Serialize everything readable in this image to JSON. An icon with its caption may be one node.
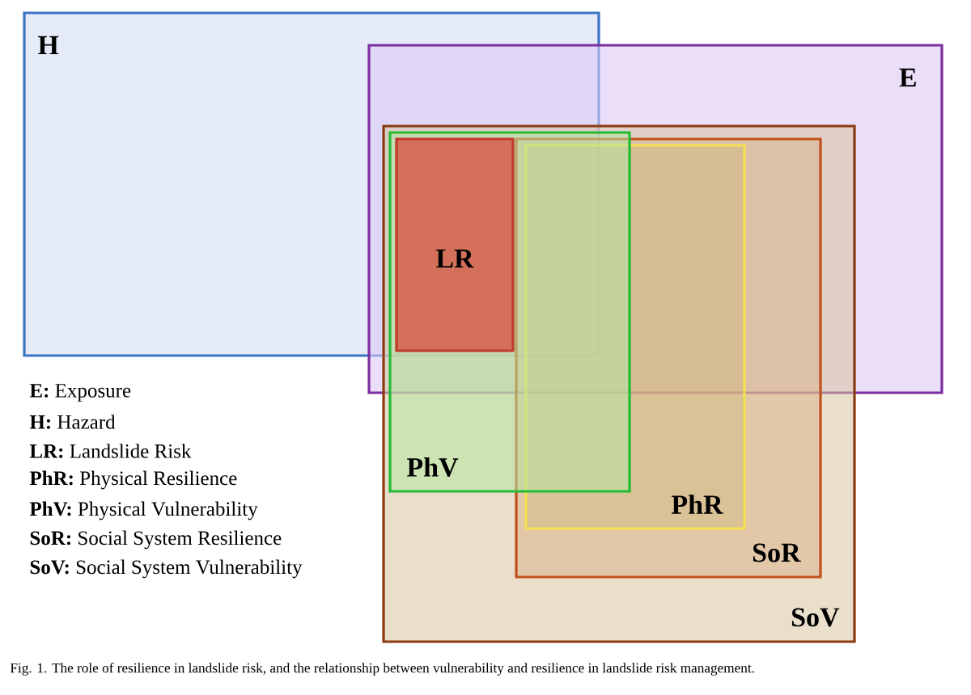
{
  "diagram": {
    "caption": "Fig. 1. The role of resilience in landslide risk, and the relationship between vulnerability and resilience in landslide risk management.",
    "nodes": [
      {
        "text": [
          "H"
        ]
      },
      {
        "text": [
          "E"
        ]
      },
      {
        "text": [
          "SoV"
        ]
      },
      {
        "text": [
          "SoR"
        ],
        "in": 2
      },
      {
        "text": [
          "PhR"
        ],
        "in": 3
      },
      {
        "text": [
          "PhV"
        ],
        "in": 2
      },
      {
        "text": [
          "LR"
        ]
      }
    ],
    "labels": [
      "**E:** Exposure",
      "**H:** Hazard",
      "**LR:** Landslide Risk",
      "**PhR:** Physical Resilience",
      "**PhV:** Physical Vulnerability",
      "**SoR:** Social System Resilience",
      "**SoV:** Social System Vulnerability"
    ]
  }
}
